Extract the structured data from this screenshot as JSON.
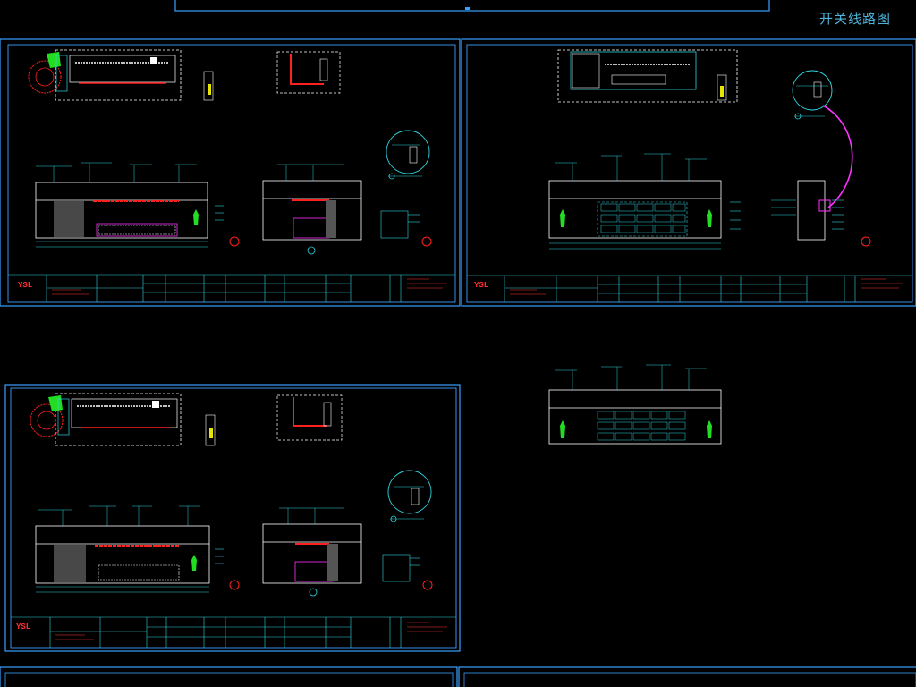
{
  "page": {
    "title": "开关线路图"
  },
  "colors": {
    "background": "#000000",
    "frame": "#3aa0ff",
    "line": "#ffffff",
    "cyan": "#2fd4e0",
    "red": "#ff2020",
    "green": "#22dd22",
    "magenta": "#ff33ff",
    "yellow": "#e6e600",
    "gray": "#888888"
  },
  "sheets": [
    {
      "id": "sheet-1",
      "logo": "YSL"
    },
    {
      "id": "sheet-2",
      "logo": "YSL"
    },
    {
      "id": "sheet-3",
      "logo": "YSL"
    }
  ]
}
